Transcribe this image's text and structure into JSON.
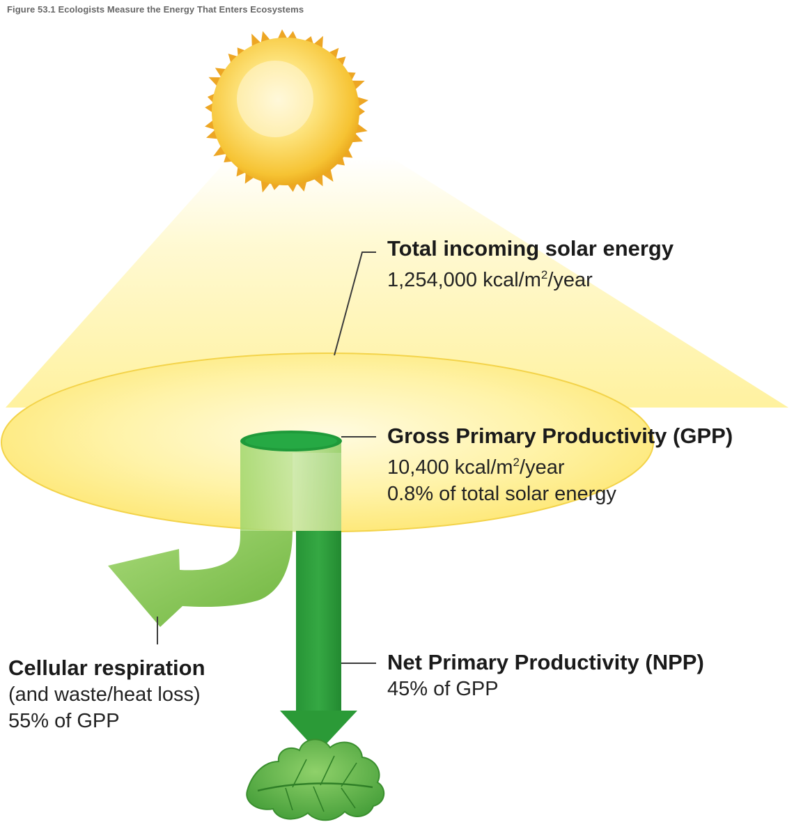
{
  "figure": {
    "title": "Figure 53.1 Ecologists Measure the Energy That Enters Ecosystems"
  },
  "labels": {
    "solar": {
      "heading": "Total incoming solar energy",
      "value_prefix": "1,254,000 kcal/m",
      "value_exp": "2",
      "value_suffix": "/year"
    },
    "gpp": {
      "heading": "Gross Primary Productivity (GPP)",
      "value_prefix": "10,400 kcal/m",
      "value_exp": "2",
      "value_suffix": "/year",
      "share": "0.8% of total solar energy"
    },
    "npp": {
      "heading": "Net Primary Productivity (NPP)",
      "share": "45% of GPP"
    },
    "respiration": {
      "heading": "Cellular respiration",
      "note": "(and waste/heat loss)",
      "share": "55% of GPP"
    }
  },
  "colors": {
    "sun": "#f5c431",
    "sun_rays": "#e8a21a",
    "light_beam": "#fff6b8",
    "light_disc": "#fde873",
    "gpp_cylinder": "#7cc242",
    "npp_arrow": "#2e9e3a",
    "respiration_arrow": "#8dcb59",
    "leaf": "#5fb246",
    "leader_line": "#333333"
  },
  "icons": {
    "sun": "sun-icon",
    "leaf": "leaf-icon"
  }
}
